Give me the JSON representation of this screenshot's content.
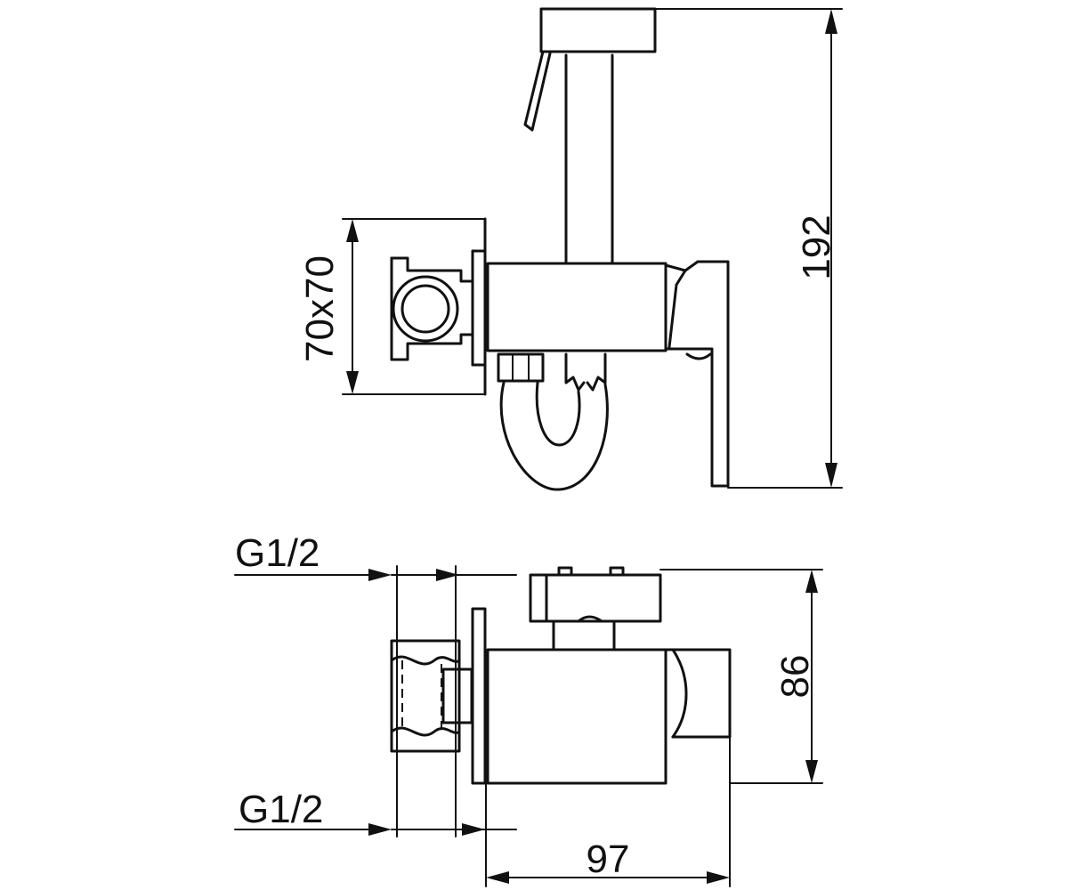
{
  "labels": {
    "side_view_mount_size": "70x70",
    "side_view_height": "192",
    "top_view_thread_upper": "G1/2",
    "top_view_thread_lower": "G1/2",
    "top_view_depth": "86",
    "top_view_width": "97"
  },
  "colors": {
    "line": "#111111",
    "background": "#ffffff"
  }
}
